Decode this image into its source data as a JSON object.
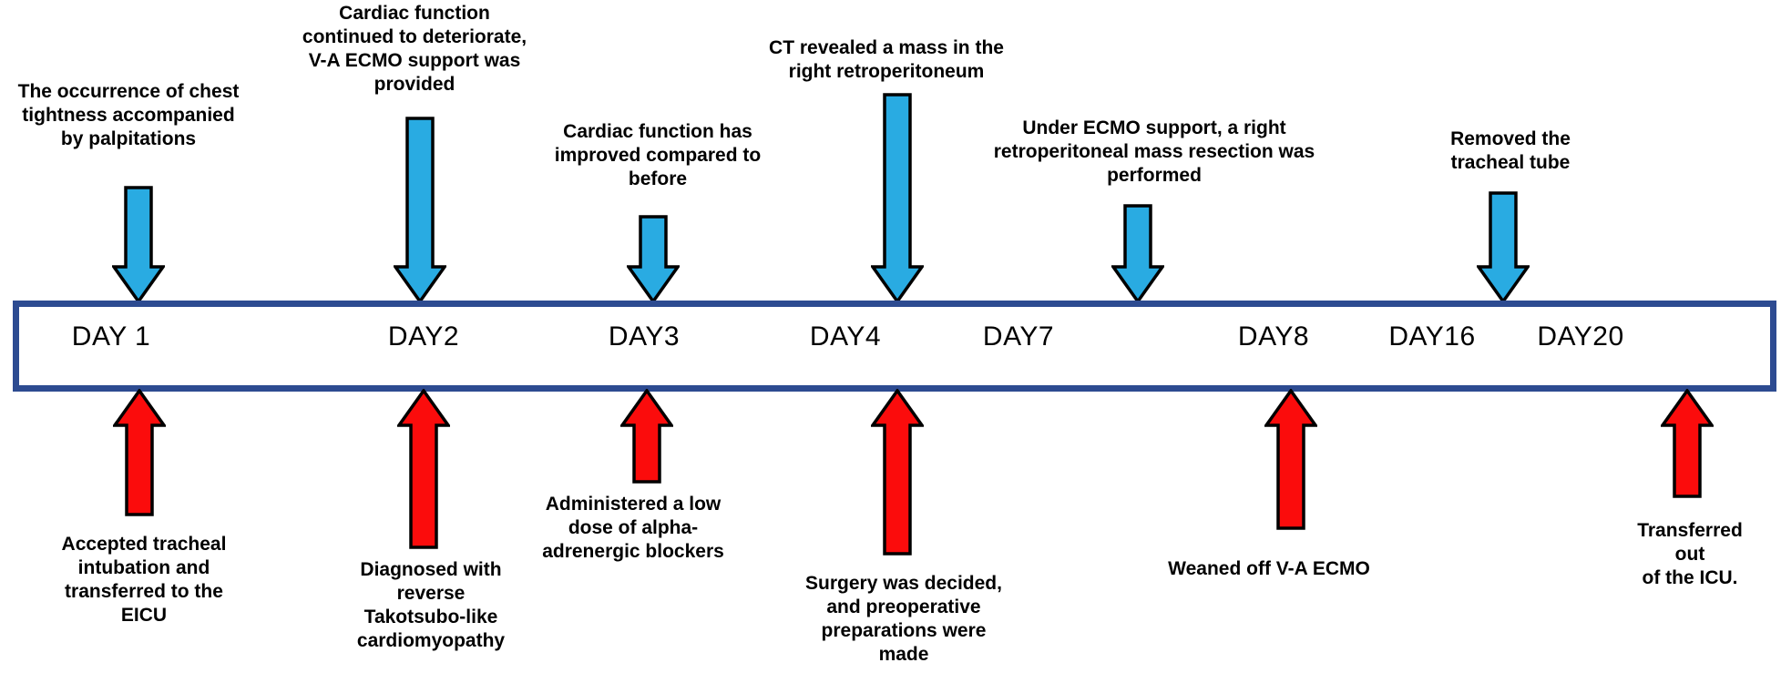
{
  "colors": {
    "top_arrow": "#29ABE2",
    "bottom_arrow": "#FB0C0C",
    "timeline_border": "#2D4B91",
    "timeline_fill": "#FFFFFF",
    "background": "#FFFFFF",
    "text": "#000000"
  },
  "timeline": {
    "days": [
      "DAY 1",
      "DAY2",
      "DAY3",
      "DAY4",
      "DAY7",
      "DAY8",
      "DAY16",
      "DAY20"
    ]
  },
  "events_above": [
    {
      "day": "DAY 1",
      "label": "The occurrence of chest\ntightness accompanied\nby palpitations"
    },
    {
      "day": "DAY2",
      "label": "Cardiac function\ncontinued to deteriorate,\nV-A ECMO support was\nprovided"
    },
    {
      "day": "DAY3",
      "label": "Cardiac function has\nimproved compared to\nbefore"
    },
    {
      "day": "DAY4",
      "label": "CT revealed a mass in the\nright retroperitoneum"
    },
    {
      "day": "DAY7",
      "label": "Under ECMO support, a right\nretroperitoneal mass resection was\nperformed"
    },
    {
      "day": "DAY16",
      "label": "Removed the\ntracheal tube"
    }
  ],
  "events_below": [
    {
      "day": "DAY 1",
      "label": "Accepted tracheal\nintubation and\ntransferred to the\nEICU"
    },
    {
      "day": "DAY2",
      "label": "Diagnosed with\nreverse\nTakotsubo-like\ncardiomyopathy"
    },
    {
      "day": "DAY3",
      "label": "Administered a low\ndose of alpha-\nadrenergic blockers"
    },
    {
      "day": "DAY4",
      "label": "Surgery was decided,\nand preoperative\npreparations were\nmade"
    },
    {
      "day": "DAY8",
      "label": "Weaned off V-A ECMO"
    },
    {
      "day": "DAY20",
      "label": "Transferred out\nof the ICU."
    }
  ]
}
